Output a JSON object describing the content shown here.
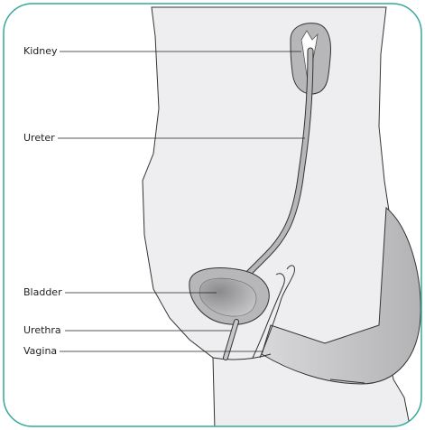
{
  "colors": {
    "frame_border": "#33a99a",
    "body_fill": "#eeeef0",
    "body_stroke": "#333333",
    "organ_fill": "#b7b7b9",
    "organ_dark": "#8f8f91",
    "buttock_fill": "#c8c8ca",
    "leader": "#222222"
  },
  "labels": {
    "kidney": "Kidney",
    "ureter": "Ureter",
    "bladder": "Bladder",
    "urethra": "Urethra",
    "vagina": "Vagina"
  }
}
